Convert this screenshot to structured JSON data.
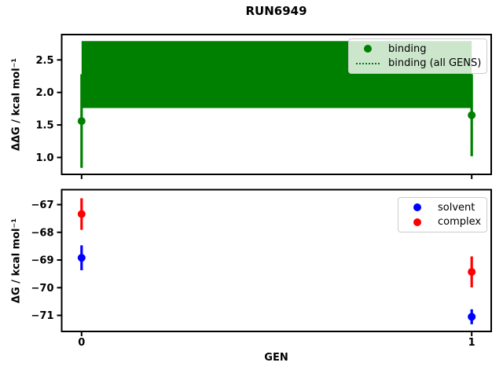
{
  "figure": {
    "title": "RUN6949",
    "background": "#ffffff"
  },
  "chart_data": [
    {
      "type": "scatter",
      "subplot": "top",
      "title": "RUN6949",
      "ylabel": "ΔΔG / kcal mol⁻¹",
      "x": [
        0,
        1
      ],
      "xlim": [
        -0.051,
        1.05
      ],
      "ylim": [
        0.74,
        2.89
      ],
      "yticks": [
        1.0,
        1.5,
        2.0,
        2.5
      ],
      "yticklabels": [
        "1.0",
        "1.5",
        "2.0",
        "2.5"
      ],
      "xticks": [
        0,
        1
      ],
      "xticklabels": [],
      "grid": false,
      "series": [
        {
          "name": "binding",
          "color": "#008000",
          "marker": "circle",
          "values": [
            1.56,
            1.65
          ],
          "yerr": [
            0.72,
            0.63
          ]
        }
      ],
      "band": {
        "name": "binding (all GENS)",
        "color": "#008000",
        "line_style": "dotted",
        "center": 2.28,
        "lo": 1.76,
        "hi": 2.79
      },
      "legend": {
        "position": "upper right",
        "items": [
          "binding",
          "binding (all GENS)"
        ]
      }
    },
    {
      "type": "scatter",
      "subplot": "bottom",
      "ylabel": "ΔG / kcal mol⁻¹",
      "xlabel": "GEN",
      "x": [
        0,
        1
      ],
      "xlim": [
        -0.051,
        1.05
      ],
      "ylim": [
        -71.58,
        -66.46
      ],
      "yticks": [
        -71,
        -70,
        -69,
        -68,
        -67
      ],
      "yticklabels": [
        "−71",
        "−70",
        "−69",
        "−68",
        "−67"
      ],
      "xticks": [
        0,
        1
      ],
      "xticklabels": [
        "0",
        "1"
      ],
      "grid": false,
      "series": [
        {
          "name": "solvent",
          "color": "#0000ff",
          "marker": "circle",
          "values": [
            -68.92,
            -71.05
          ],
          "yerr": [
            0.45,
            0.27
          ]
        },
        {
          "name": "complex",
          "color": "#ff0000",
          "marker": "circle",
          "values": [
            -67.34,
            -69.43
          ],
          "yerr": [
            0.57,
            0.56
          ]
        }
      ],
      "legend": {
        "position": "upper right",
        "items": [
          "solvent",
          "complex"
        ]
      }
    }
  ]
}
